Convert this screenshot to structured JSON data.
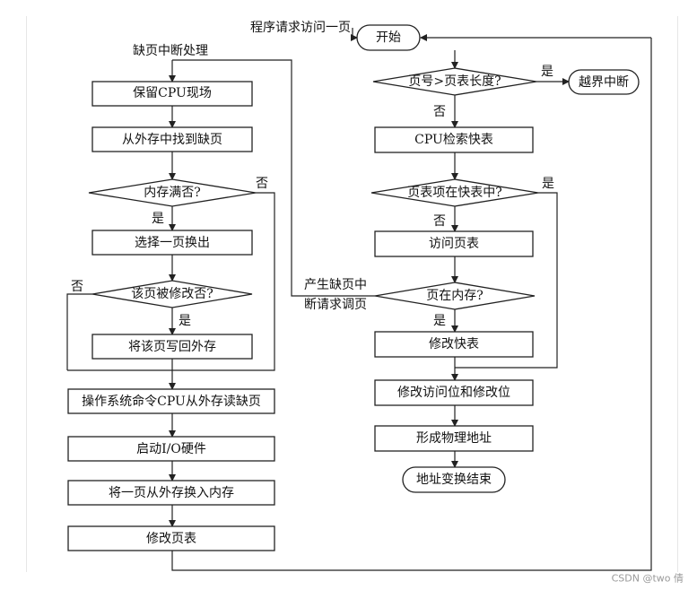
{
  "diagram": {
    "fault_title": "缺页中断处理",
    "request_label": "程序请求访问一页",
    "start": "开始",
    "page_num_check": "页号>页表长度?",
    "out_of_bounds": "越界中断",
    "cpu_search_tlb": "CPU检索快表",
    "in_tlb_check": "页表项在快表中?",
    "access_page_table": "访问页表",
    "in_memory_check": "页在内存?",
    "modify_tlb": "修改快表",
    "modify_access_bits": "修改访问位和修改位",
    "form_phys_addr": "形成物理地址",
    "translation_end": "地址变换结束",
    "fault_request_line1": "产生缺页中",
    "fault_request_line2": "断请求调页",
    "save_cpu_state": "保留CPU现场",
    "find_page_on_disk": "从外存中找到缺页",
    "memory_full_check": "内存满否?",
    "select_victim": "选择一页换出",
    "modified_check": "该页被修改否?",
    "write_back": "将该页写回外存",
    "os_read_page": "操作系统命令CPU从外存读缺页",
    "start_io": "启动I/O硬件",
    "swap_in": "将一页从外存换入内存",
    "modify_page_table": "修改页表",
    "yes": "是",
    "no": "否"
  },
  "watermark": "CSDN @two 倩"
}
